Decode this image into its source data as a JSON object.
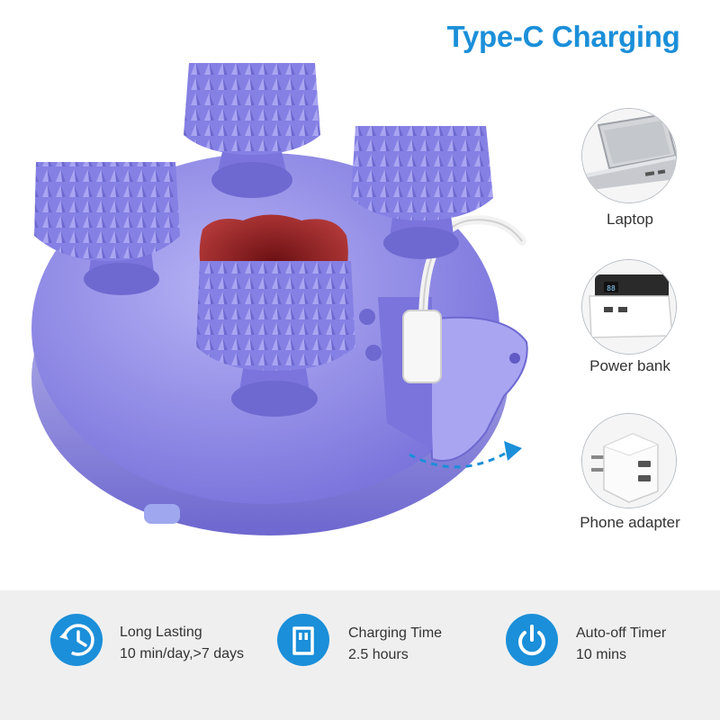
{
  "header": {
    "title": "Type-C Charging"
  },
  "charging_sources": [
    {
      "label": "Laptop",
      "icon": "laptop-icon"
    },
    {
      "label": "Power bank",
      "icon": "power-bank-icon"
    },
    {
      "label": "Phone adapter",
      "icon": "phone-adapter-icon"
    }
  ],
  "features": [
    {
      "title": "Long Lasting",
      "detail": "10 min/day,>7 days",
      "icon": "clock-history-icon"
    },
    {
      "title": "Charging Time",
      "detail": "2.5 hours",
      "icon": "usb-c-icon"
    },
    {
      "title": "Auto-off Timer",
      "detail": "10 mins",
      "icon": "power-icon"
    }
  ],
  "colors": {
    "accent": "#1b8fd9",
    "product": "#8c87e6",
    "band": "#efeff0"
  }
}
